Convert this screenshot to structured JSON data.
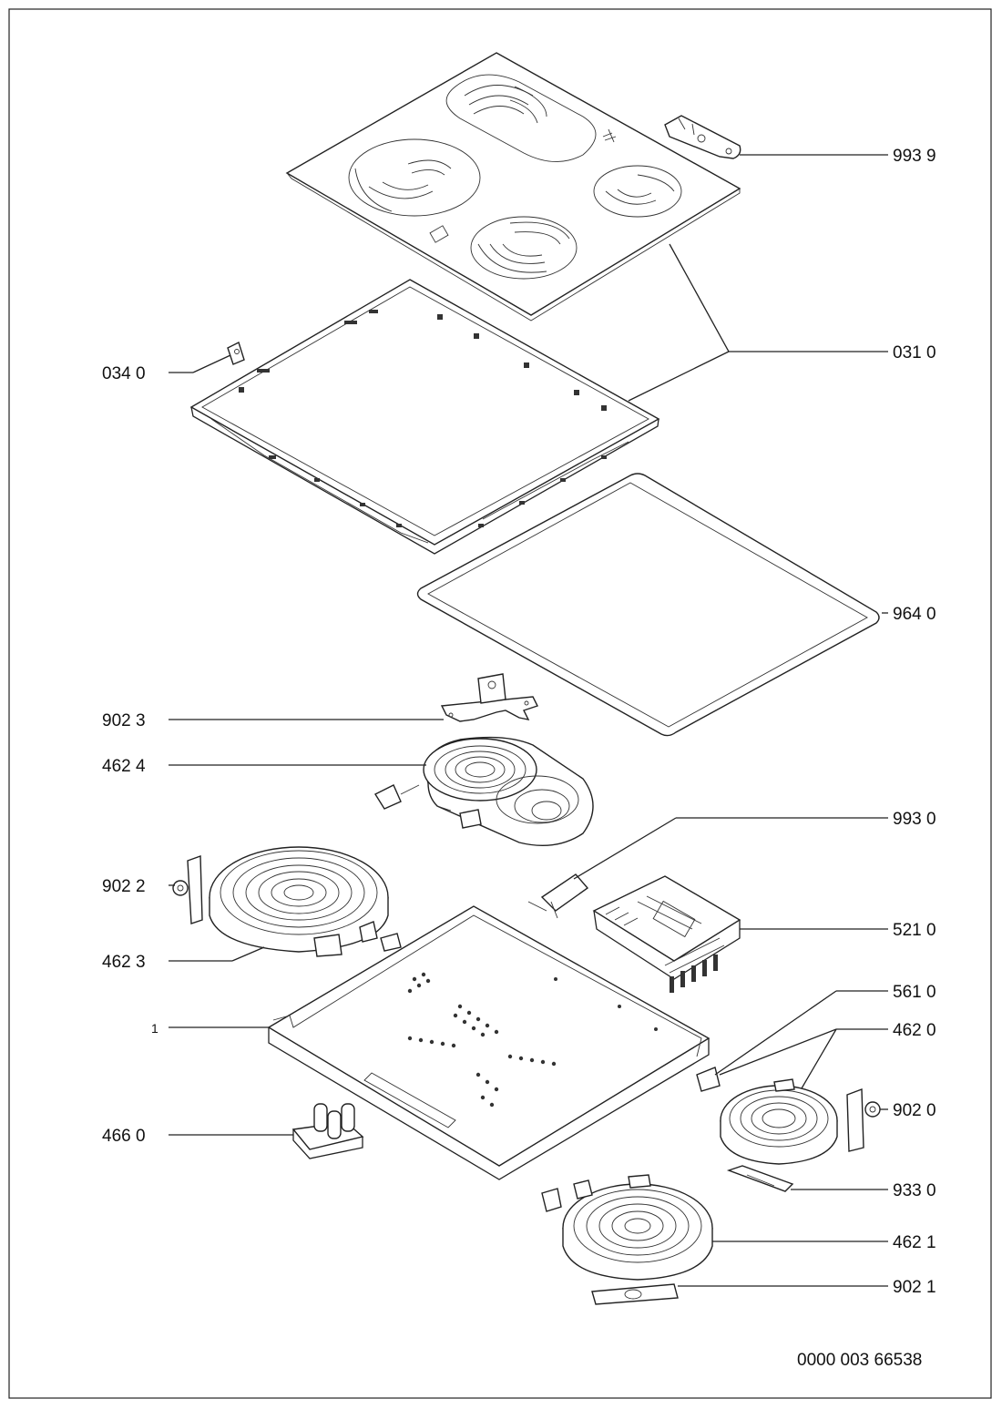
{
  "labels": {
    "l_9939": "993 9",
    "l_0310": "031 0",
    "l_0340": "034 0",
    "l_9640": "964 0",
    "l_9023": "902 3",
    "l_4624": "462 4",
    "l_9930": "993 0",
    "l_9022": "902 2",
    "l_5210": "521 0",
    "l_4623": "462 3",
    "l_5610": "561 0",
    "l_1": "1",
    "l_4620": "462 0",
    "l_9020": "902 0",
    "l_4660": "466 0",
    "l_9330": "933 0",
    "l_4621": "462 1",
    "l_9021": "902 1"
  },
  "drawing_number": "0000 003 66538"
}
